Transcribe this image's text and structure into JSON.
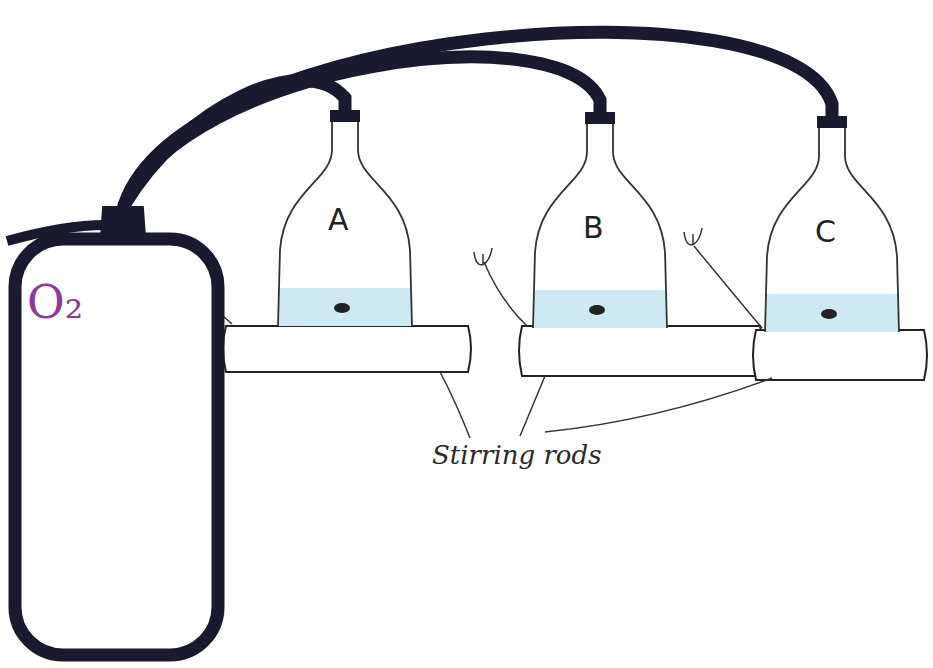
{
  "diagram": {
    "nodes": [
      {
        "text": [
          "O₂"
        ]
      },
      {
        "text": [
          "A"
        ]
      },
      {
        "text": [
          "B"
        ]
      },
      {
        "text": [
          "C"
        ]
      }
    ],
    "edges": [
      {
        "from": 0,
        "to": 1,
        "arrow": "none"
      },
      {
        "from": 0,
        "to": 2,
        "arrow": "none"
      },
      {
        "from": 0,
        "to": 3,
        "arrow": "none"
      }
    ],
    "labels": [
      "Stirring rods"
    ]
  }
}
